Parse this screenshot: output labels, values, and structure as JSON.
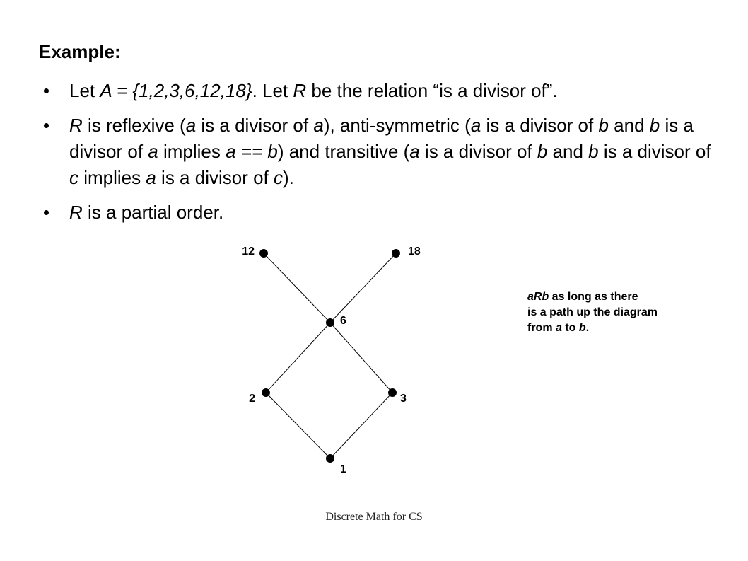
{
  "slide": {
    "heading": "Example:",
    "bullets": [
      {
        "label": "bullet-set-definition",
        "runs": [
          {
            "t": "Let ",
            "i": false
          },
          {
            "t": "A = {1,2,3,6,12,18}",
            "i": true
          },
          {
            "t": ". Let ",
            "i": false
          },
          {
            "t": "R",
            "i": true
          },
          {
            "t": " be the relation “is a divisor of”.",
            "i": false
          }
        ]
      },
      {
        "label": "bullet-properties",
        "runs": [
          {
            "t": "R",
            "i": true
          },
          {
            "t": " is reflexive (",
            "i": false
          },
          {
            "t": "a",
            "i": true
          },
          {
            "t": " is a divisor of ",
            "i": false
          },
          {
            "t": "a",
            "i": true
          },
          {
            "t": "), anti-symmetric (",
            "i": false
          },
          {
            "t": "a",
            "i": true
          },
          {
            "t": " is a divisor of ",
            "i": false
          },
          {
            "t": "b",
            "i": true
          },
          {
            "t": " and ",
            "i": false
          },
          {
            "t": "b",
            "i": true
          },
          {
            "t": " is a divisor of ",
            "i": false
          },
          {
            "t": "a",
            "i": true
          },
          {
            "t": " implies ",
            "i": false
          },
          {
            "t": "a == b",
            "i": true
          },
          {
            "t": ") and transitive (",
            "i": false
          },
          {
            "t": "a",
            "i": true
          },
          {
            "t": " is a divisor of ",
            "i": false
          },
          {
            "t": "b",
            "i": true
          },
          {
            "t": " and ",
            "i": false
          },
          {
            "t": "b",
            "i": true
          },
          {
            "t": " is a divisor of ",
            "i": false
          },
          {
            "t": "c",
            "i": true
          },
          {
            "t": " implies ",
            "i": false
          },
          {
            "t": "a",
            "i": true
          },
          {
            "t": " is a divisor of ",
            "i": false
          },
          {
            "t": "c",
            "i": true
          },
          {
            "t": ").",
            "i": false
          }
        ]
      },
      {
        "label": "bullet-partial-order",
        "runs": [
          {
            "t": "R",
            "i": true
          },
          {
            "t": " is a partial order.",
            "i": false
          }
        ]
      }
    ],
    "note_runs": [
      {
        "t": "aRb",
        "i": true
      },
      {
        "t": " as long as there",
        "i": false
      },
      {
        "br": true
      },
      {
        "t": "is a path up the diagram",
        "i": false
      },
      {
        "br": true
      },
      {
        "t": "from ",
        "i": false
      },
      {
        "t": "a",
        "i": true
      },
      {
        "t": " to ",
        "i": false
      },
      {
        "t": "b",
        "i": true
      },
      {
        "t": ".",
        "i": false
      }
    ],
    "footer": "Discrete Math for CS"
  },
  "hasse_diagram": {
    "nodes": [
      {
        "id": "1",
        "label": "1"
      },
      {
        "id": "2",
        "label": "2"
      },
      {
        "id": "3",
        "label": "3"
      },
      {
        "id": "6",
        "label": "6"
      },
      {
        "id": "12",
        "label": "12"
      },
      {
        "id": "18",
        "label": "18"
      }
    ],
    "edges": [
      [
        "1",
        "2"
      ],
      [
        "1",
        "3"
      ],
      [
        "2",
        "6"
      ],
      [
        "3",
        "6"
      ],
      [
        "6",
        "12"
      ],
      [
        "6",
        "18"
      ]
    ]
  }
}
